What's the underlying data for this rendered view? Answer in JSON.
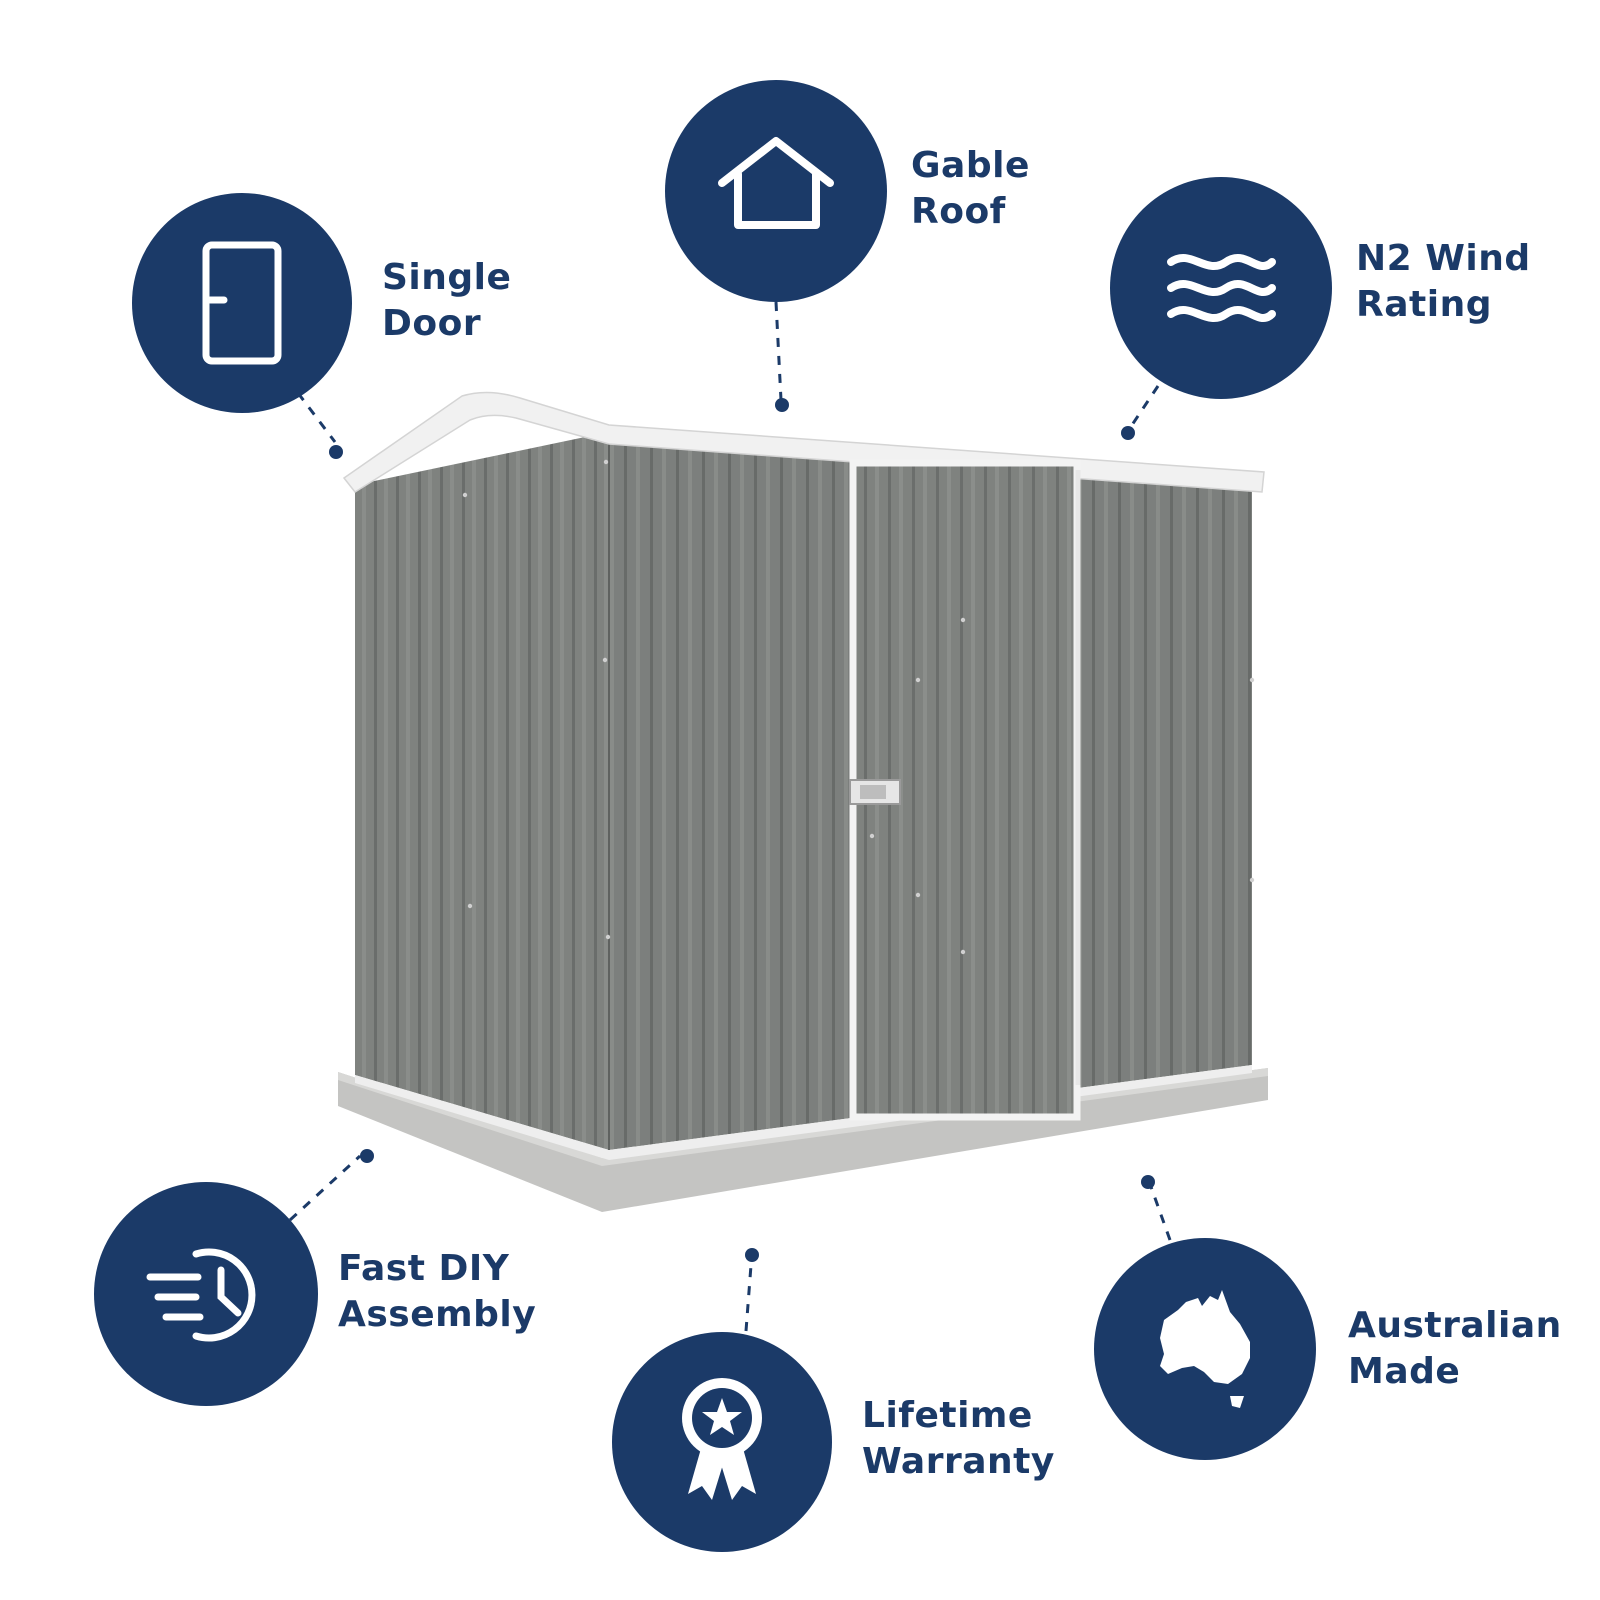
{
  "theme": {
    "badge_color": "#1b3a68",
    "icon_color": "#ffffff",
    "shed_color": "#7a7d7b",
    "trim_color": "#f2f2f2",
    "slab_color": "#c9c9c7",
    "background": "#ffffff"
  },
  "product": {
    "name": "garden-shed",
    "door_type": "single",
    "roof_type": "gable"
  },
  "features": [
    {
      "id": "single-door",
      "icon": "door-icon",
      "line1": "Single",
      "line2": "Door"
    },
    {
      "id": "gable-roof",
      "icon": "house-roof-icon",
      "line1": "Gable",
      "line2": "Roof"
    },
    {
      "id": "wind-rating",
      "icon": "wind-waves-icon",
      "line1": "N2 Wind",
      "line2": "Rating"
    },
    {
      "id": "fast-assembly",
      "icon": "fast-clock-icon",
      "line1": "Fast DIY",
      "line2": "Assembly"
    },
    {
      "id": "lifetime-warranty",
      "icon": "award-ribbon-icon",
      "line1": "Lifetime",
      "line2": "Warranty"
    },
    {
      "id": "australian-made",
      "icon": "australia-map-icon",
      "line1": "Australian",
      "line2": "Made"
    }
  ]
}
